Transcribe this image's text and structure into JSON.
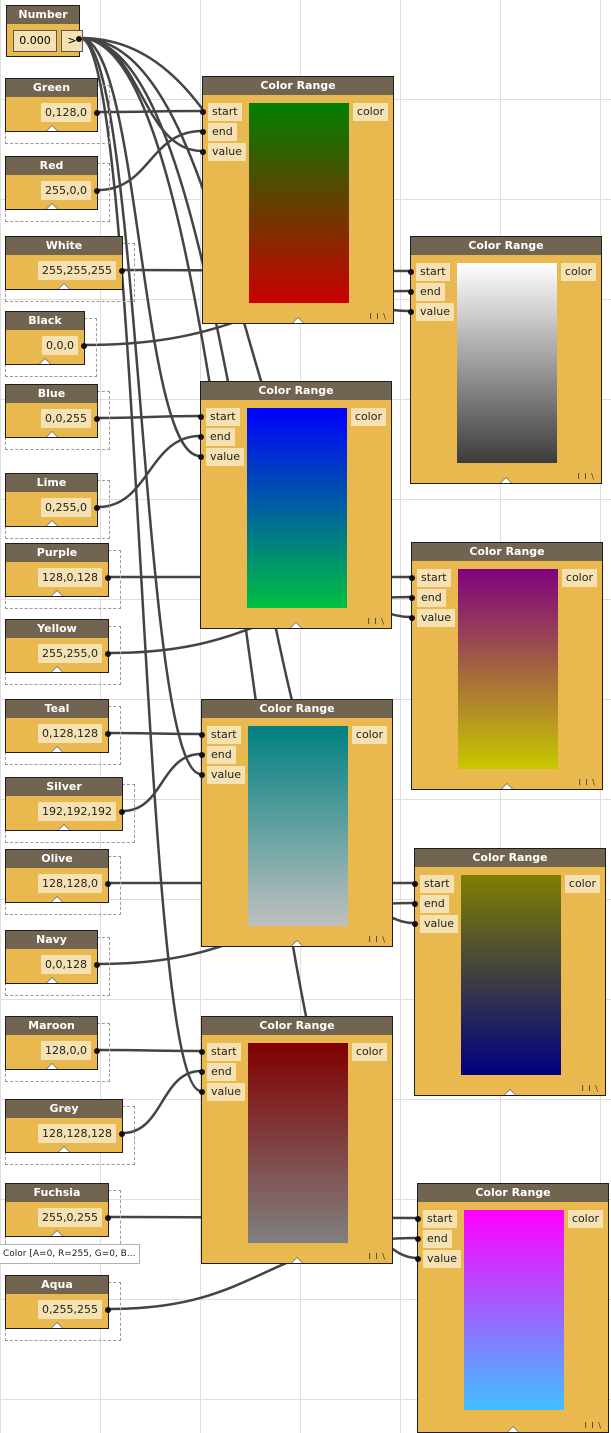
{
  "number_node": {
    "title": "Number",
    "value": "0.000",
    "button": ">"
  },
  "sources": [
    {
      "title": "Green",
      "value": "0,128,0"
    },
    {
      "title": "Red",
      "value": "255,0,0"
    },
    {
      "title": "White",
      "value": "255,255,255"
    },
    {
      "title": "Black",
      "value": "0,0,0"
    },
    {
      "title": "Blue",
      "value": "0,0,255"
    },
    {
      "title": "Lime",
      "value": "0,255,0"
    },
    {
      "title": "Purple",
      "value": "128,0,128"
    },
    {
      "title": "Yellow",
      "value": "255,255,0"
    },
    {
      "title": "Teal",
      "value": "0,128,128"
    },
    {
      "title": "Silver",
      "value": "192,192,192"
    },
    {
      "title": "Olive",
      "value": "128,128,0"
    },
    {
      "title": "Navy",
      "value": "0,0,128"
    },
    {
      "title": "Maroon",
      "value": "128,0,0"
    },
    {
      "title": "Grey",
      "value": "128,128,128"
    },
    {
      "title": "Fuchsia",
      "value": "255,0,255"
    },
    {
      "title": "Aqua",
      "value": "0,255,255"
    }
  ],
  "color_range_nodes": [
    {
      "title": "Color Range",
      "inputs": [
        "start",
        "end",
        "value"
      ],
      "output": "color",
      "mark": "I I \\",
      "gradient": [
        "#008000",
        "#c80000"
      ]
    },
    {
      "title": "Color Range",
      "inputs": [
        "start",
        "end",
        "value"
      ],
      "output": "color",
      "mark": "I I \\",
      "gradient": [
        "#ffffff",
        "#3c3c3c"
      ]
    },
    {
      "title": "Color Range",
      "inputs": [
        "start",
        "end",
        "value"
      ],
      "output": "color",
      "mark": "I I \\",
      "gradient": [
        "#0000ff",
        "#00c040"
      ]
    },
    {
      "title": "Color Range",
      "inputs": [
        "start",
        "end",
        "value"
      ],
      "output": "color",
      "mark": "I I \\",
      "gradient": [
        "#800080",
        "#c8c800"
      ]
    },
    {
      "title": "Color Range",
      "inputs": [
        "start",
        "end",
        "value"
      ],
      "output": "color",
      "mark": "I I \\",
      "gradient": [
        "#008080",
        "#c0c0c0"
      ]
    },
    {
      "title": "Color Range",
      "inputs": [
        "start",
        "end",
        "value"
      ],
      "output": "color",
      "mark": "I I \\",
      "gradient": [
        "#808000",
        "#000080"
      ]
    },
    {
      "title": "Color Range",
      "inputs": [
        "start",
        "end",
        "value"
      ],
      "output": "color",
      "mark": "I I \\",
      "gradient": [
        "#800000",
        "#808080"
      ]
    },
    {
      "title": "Color Range",
      "inputs": [
        "start",
        "end",
        "value"
      ],
      "output": "color",
      "mark": "I I \\",
      "gradient": [
        "#ff00ff",
        "#40c0ff"
      ]
    }
  ],
  "tooltip": "Color [A=0, R=255, G=0, B..."
}
